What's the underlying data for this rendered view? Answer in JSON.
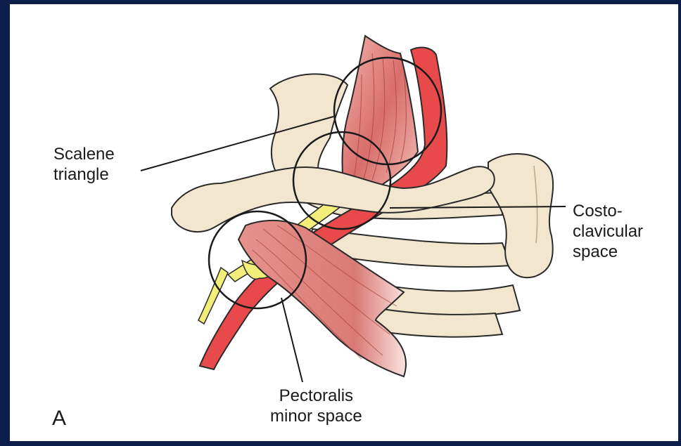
{
  "labels": {
    "scalene": [
      "Scalene",
      "triangle"
    ],
    "costoclavicular": [
      "Costo-",
      "clavicular",
      "space"
    ],
    "pectoralis": [
      "Pectoralis",
      "minor space"
    ],
    "panel": "A"
  },
  "colors": {
    "frame": "#0c1f4a",
    "bone": "#f3e6cf",
    "bone_outline": "#2a2a2a",
    "muscle": "#e58a86",
    "muscle_dark": "#c45a57",
    "artery": "#e8494a",
    "nerve": "#f3ee7a"
  }
}
